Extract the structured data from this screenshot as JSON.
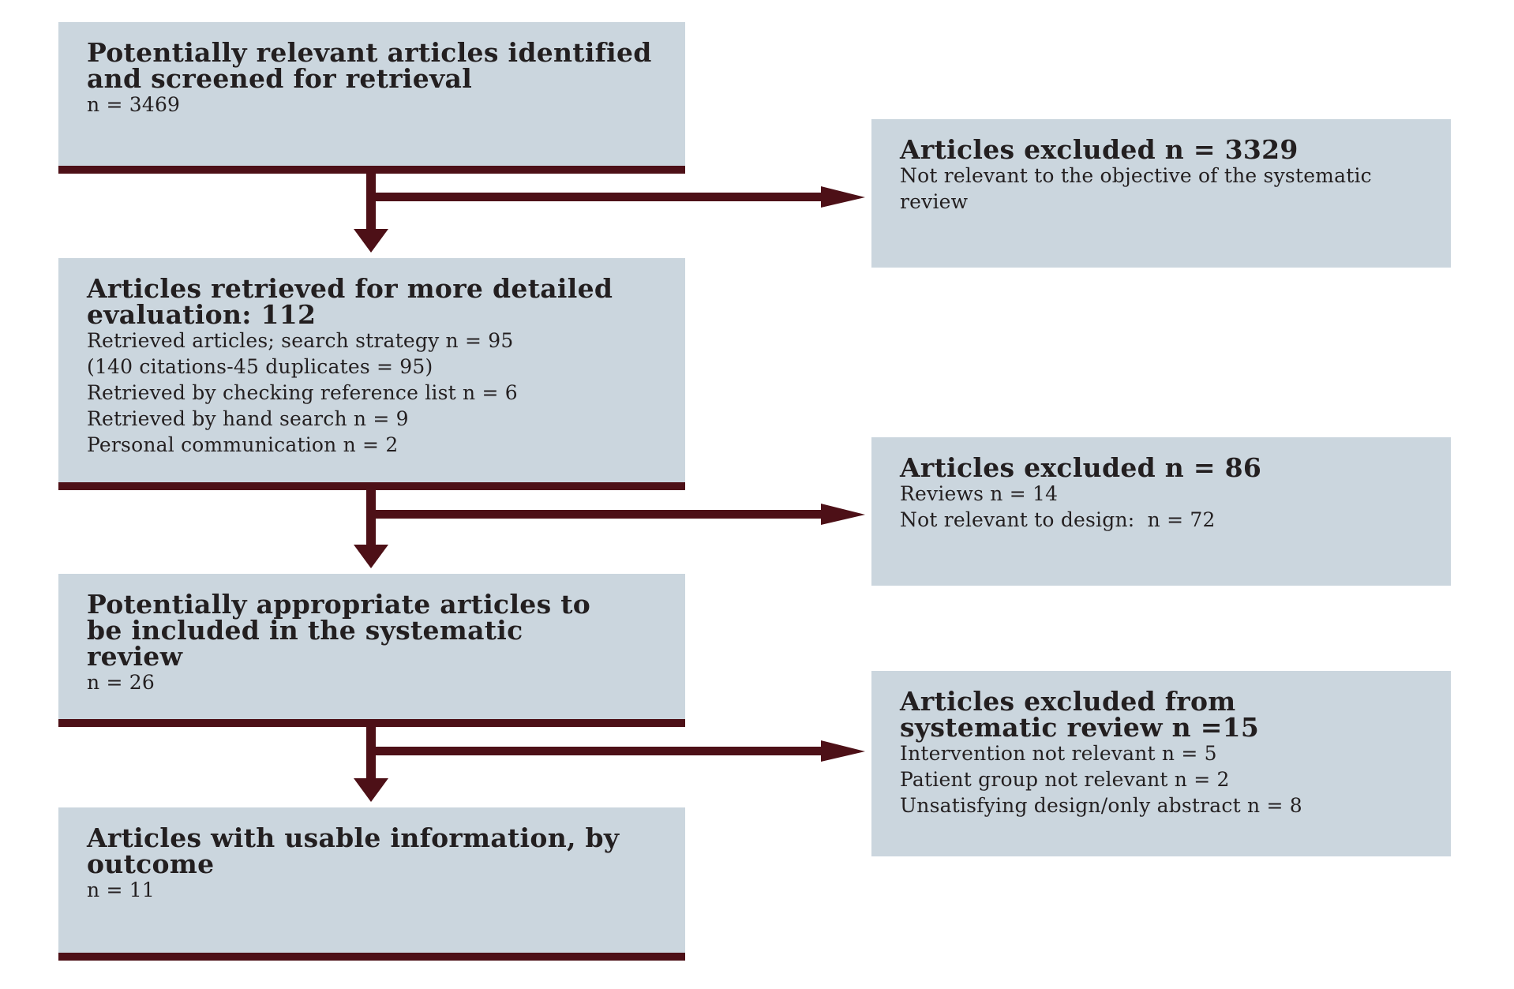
{
  "flow": {
    "box1": {
      "title": "Potentially relevant articles identified and screened for retrieval",
      "lines": [
        "n = 3469"
      ]
    },
    "box2": {
      "title": "Articles retrieved for more detailed evaluation: 112",
      "lines": [
        "Retrieved articles; search strategy n = 95",
        "(140 citations-45 duplicates = 95)",
        "Retrieved by checking reference list n = 6",
        "Retrieved by hand search n = 9",
        "Personal communication n = 2"
      ]
    },
    "box3": {
      "title": "Potentially appropriate articles to be included in the systematic review",
      "lines": [
        "n = 26"
      ]
    },
    "box4": {
      "title": "Articles with usable information, by outcome",
      "lines": [
        "n = 11"
      ]
    }
  },
  "exclusions": {
    "ex1": {
      "title": "Articles excluded n = 3329",
      "lines": [
        "Not relevant to the objective of the systematic review"
      ]
    },
    "ex2": {
      "title": "Articles excluded n = 86",
      "lines": [
        "Reviews n = 14",
        "Not relevant to design:  n = 72"
      ]
    },
    "ex3": {
      "title": "Articles excluded from systematic review n =15",
      "lines": [
        "Intervention not relevant n = 5",
        "Patient group not relevant n = 2",
        "Unsatisfying design/only abstract n = 8"
      ]
    }
  },
  "colors": {
    "box_fill": "#cbd6de",
    "accent": "#4d1017",
    "text": "#231f20"
  }
}
